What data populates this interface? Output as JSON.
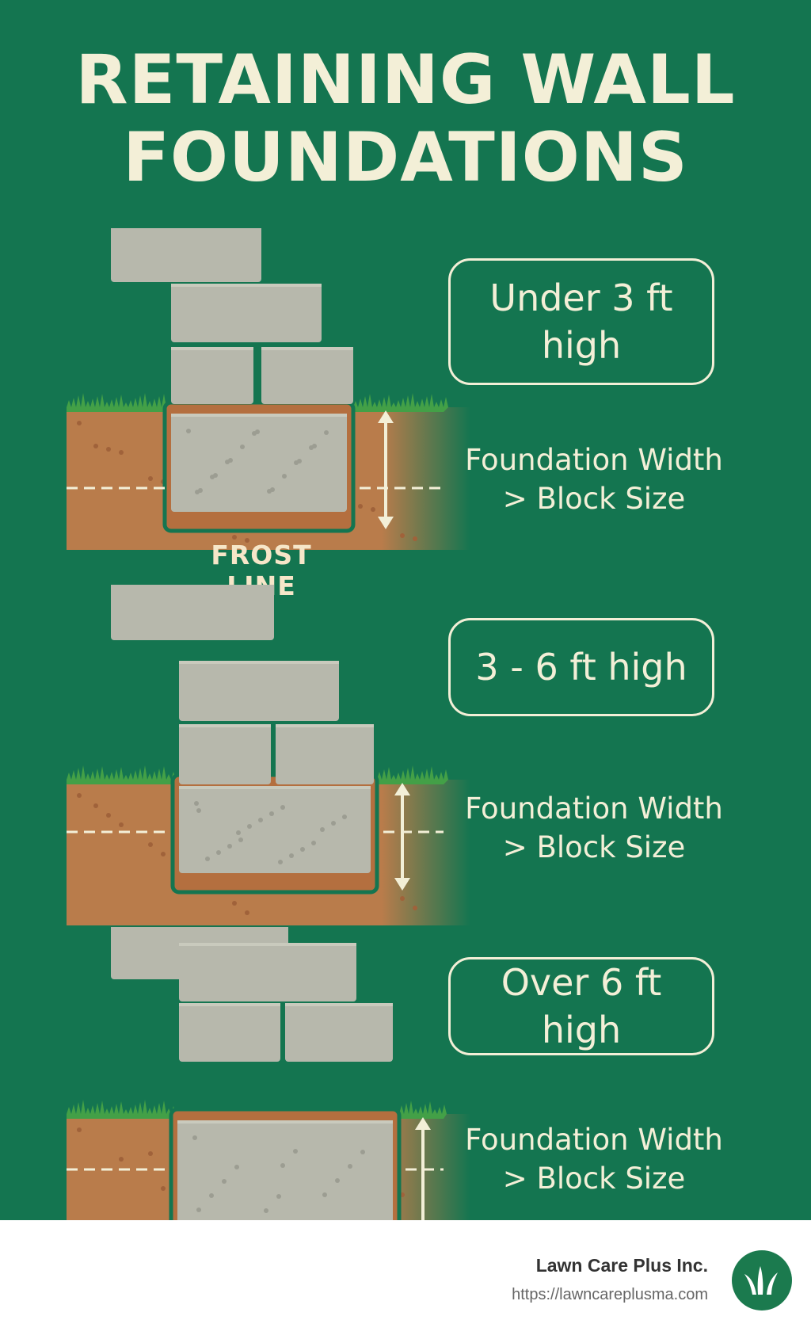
{
  "title": {
    "line1": "RETAINING WALL",
    "line2": "FOUNDATIONS"
  },
  "colors": {
    "background": "#147550",
    "block": "#b7b8ac",
    "soil": "#b97c4b",
    "grass": "#43a047",
    "text": "#f3efd7"
  },
  "sections": [
    {
      "height_label": "Under 3 ft high",
      "width_note_line1": "Foundation Width",
      "width_note_line2": "> Block Size",
      "frost_label": "FROST LINE"
    },
    {
      "height_label": "3 - 6 ft high",
      "width_note_line1": "Foundation Width",
      "width_note_line2": "> Block Size"
    },
    {
      "height_label": "Over 6 ft high",
      "width_note_line1": "Foundation Width",
      "width_note_line2": "> Block Size"
    }
  ],
  "footer": {
    "company": "Lawn Care Plus Inc.",
    "url": "https://lawncareplusma.com",
    "logo_icon": "grass-logo-icon"
  }
}
